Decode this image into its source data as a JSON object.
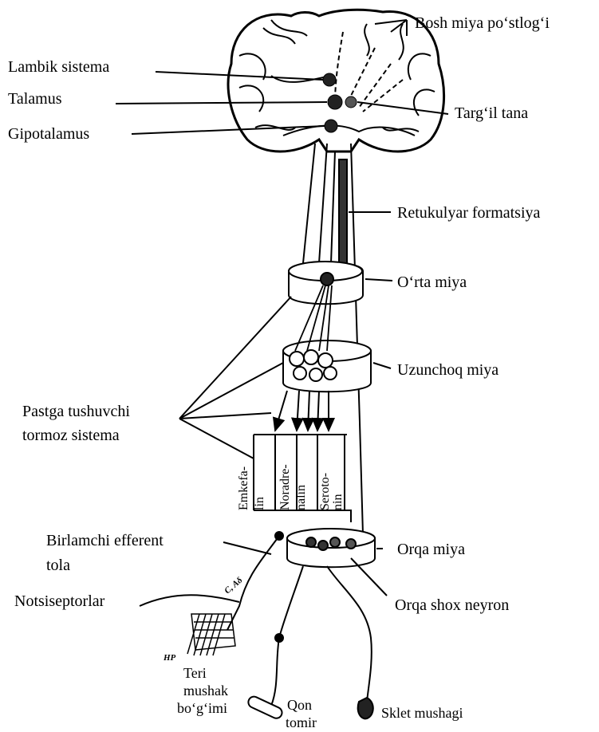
{
  "labels": {
    "cortex": "Bosh miya po‘stlog‘i",
    "limbic": "Lambik sistema",
    "thalamus": "Talamus",
    "hypothalamus": "Gipotalamus",
    "striatum": "Targ‘il tana",
    "reticular": "Retukulyar formatsiya",
    "midbrain": "O‘rta miya",
    "medulla": "Uzunchoq miya",
    "descending_line1": "Pastga tushuvchi",
    "descending_line2": "tormoz sistema",
    "spinal_cord": "Orqa miya",
    "primary_efferent_line1": "Birlamchi efferent",
    "primary_efferent_line2": "tola",
    "nociceptors": "Notsiseptorlar",
    "dorsal_horn": "Orqa shox neyron",
    "joint_line1": "Teri",
    "joint_line2": "mushak",
    "joint_line3": "bo‘g‘imi",
    "vessel_line1": "Qon",
    "vessel_line2": "tomir",
    "skeletal_muscle": "Sklet mushagi",
    "fiber_types": "C, Aδ",
    "hp": "HP"
  },
  "transmitters": {
    "enkephalin_1": "Emkefa-",
    "enkephalin_2": "lin",
    "noradrenaline_1": "Noradre-",
    "noradrenaline_2": "nalin",
    "serotonin_1": "Seroto-",
    "serotonin_2": "nin"
  }
}
